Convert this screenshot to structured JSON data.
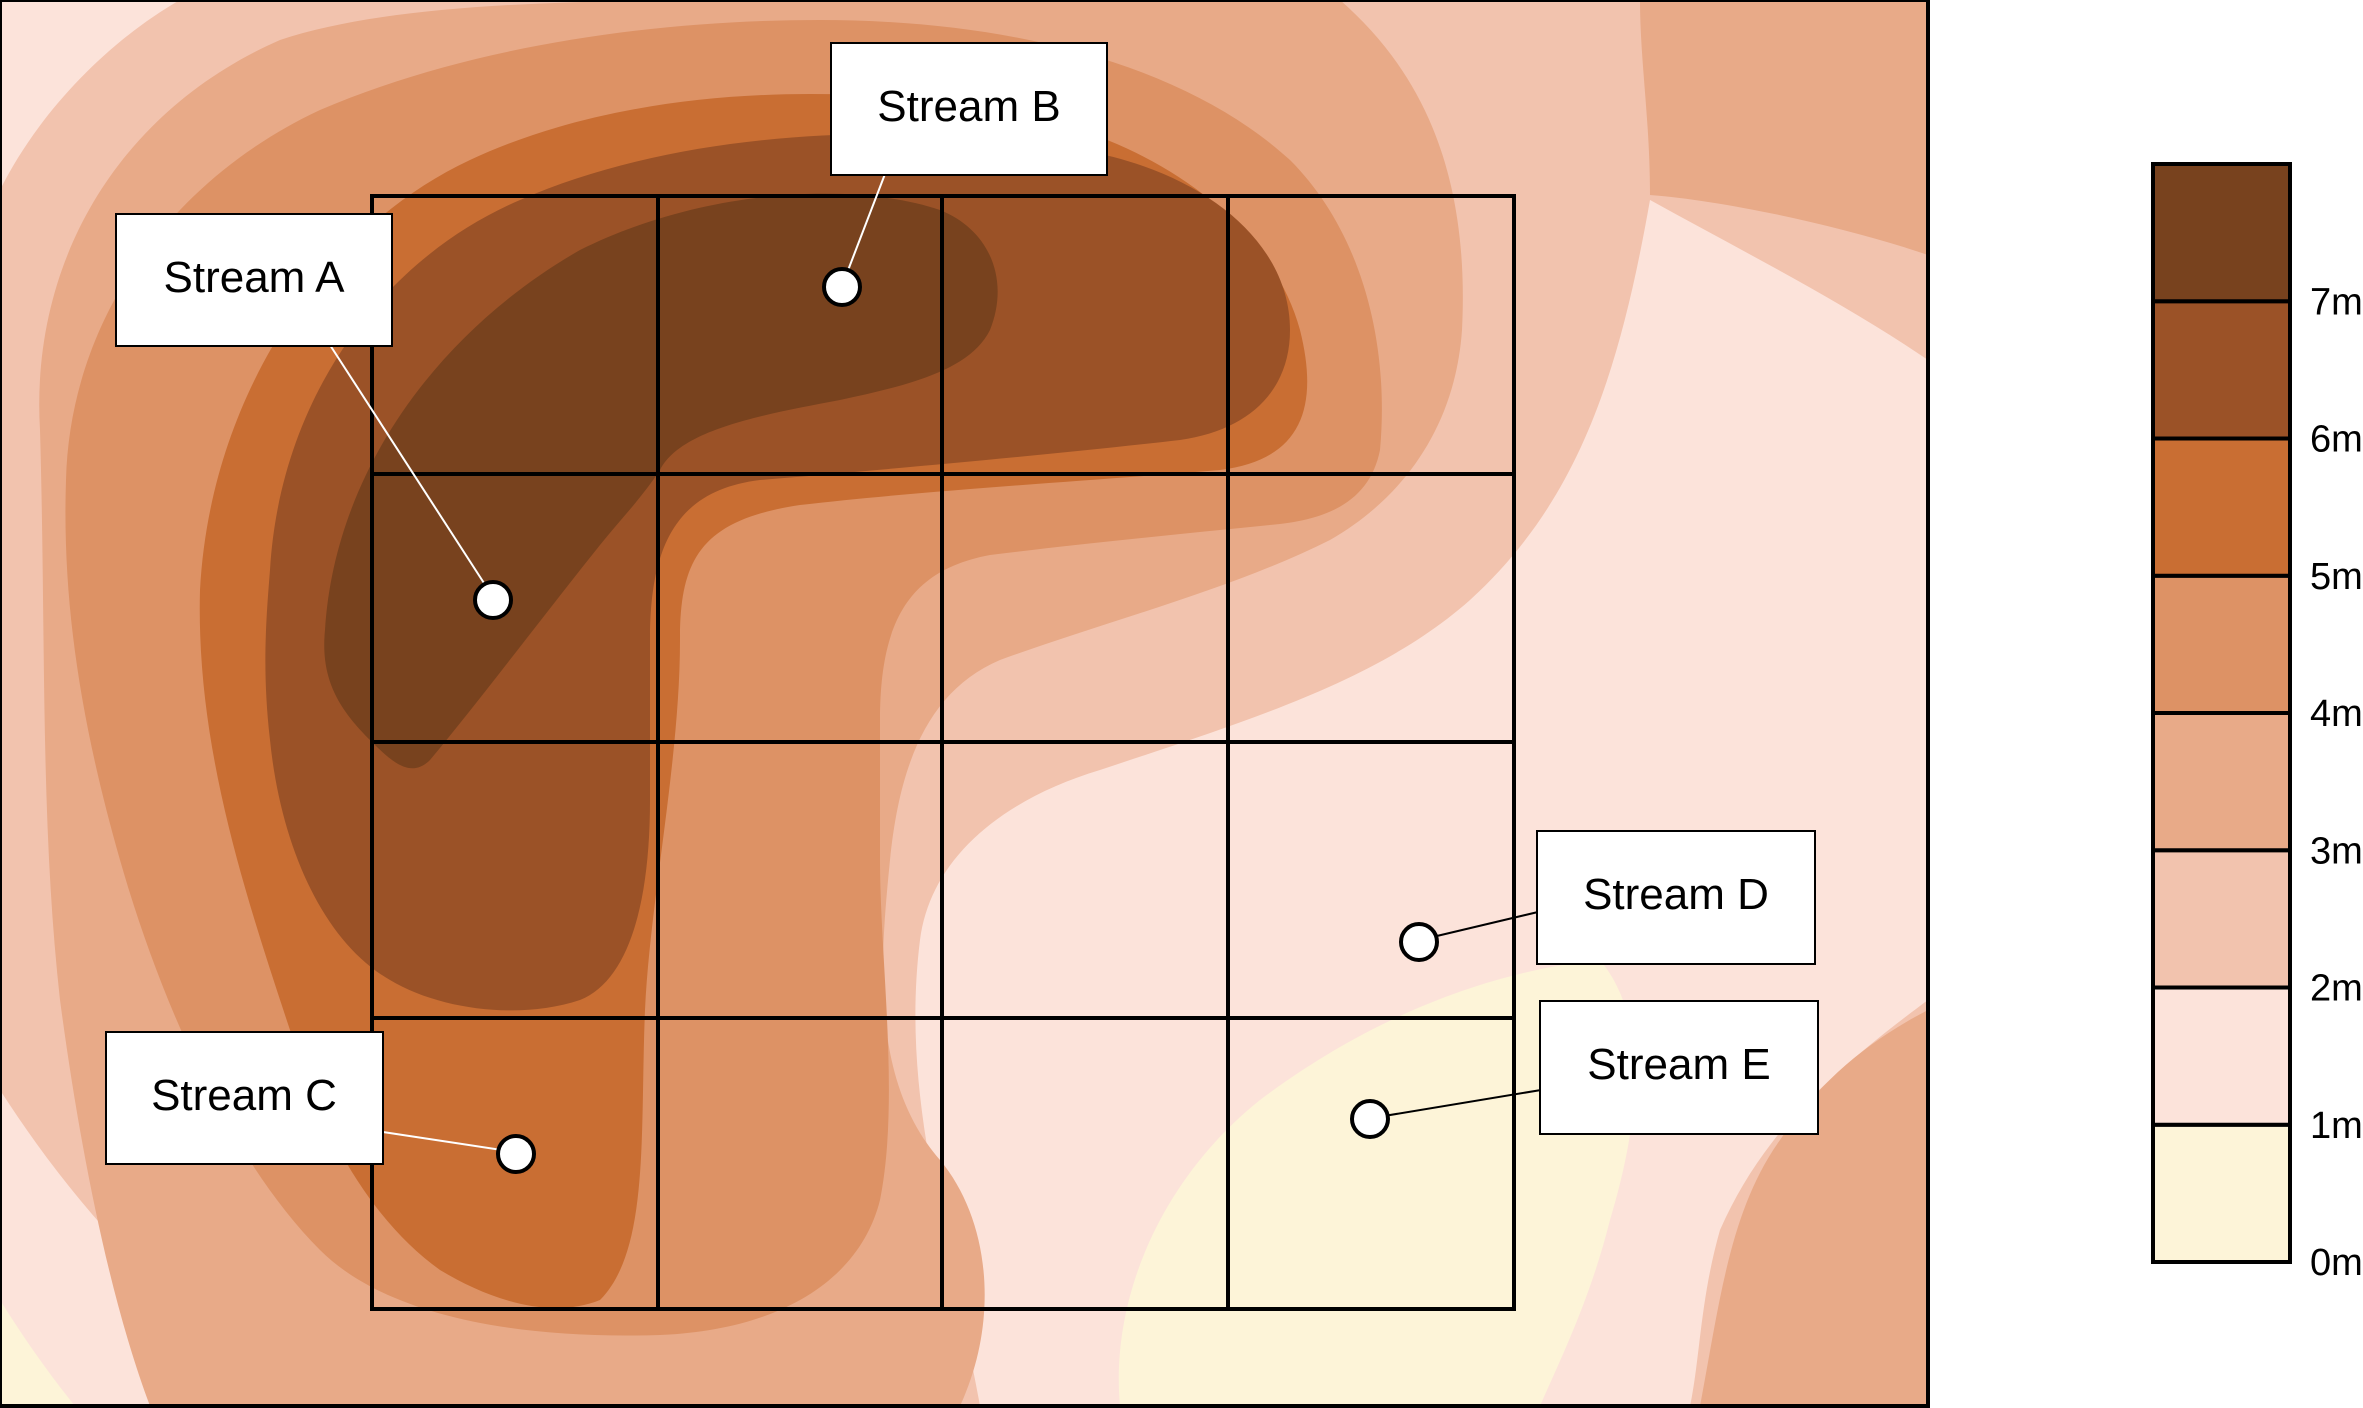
{
  "map": {
    "streams": [
      {
        "id": "A",
        "label": "Stream A"
      },
      {
        "id": "B",
        "label": "Stream B"
      },
      {
        "id": "C",
        "label": "Stream C"
      },
      {
        "id": "D",
        "label": "Stream D"
      },
      {
        "id": "E",
        "label": "Stream E"
      }
    ],
    "grid": {
      "rows": 4,
      "cols": 4
    }
  },
  "legend": {
    "bands": [
      {
        "range": "0-1",
        "color": "#fdf4d8"
      },
      {
        "range": "1-2",
        "color": "#fce3da"
      },
      {
        "range": "2-3",
        "color": "#f2c3ae"
      },
      {
        "range": "3-4",
        "color": "#e8aa88"
      },
      {
        "range": "4-5",
        "color": "#dd9265"
      },
      {
        "range": "5-6",
        "color": "#c96e33"
      },
      {
        "range": "6-7",
        "color": "#9b5227"
      },
      {
        "range": "7+",
        "color": "#78421e"
      }
    ],
    "labels": [
      "0m",
      "1m",
      "2m",
      "3m",
      "4m",
      "5m",
      "6m",
      "7m"
    ]
  }
}
